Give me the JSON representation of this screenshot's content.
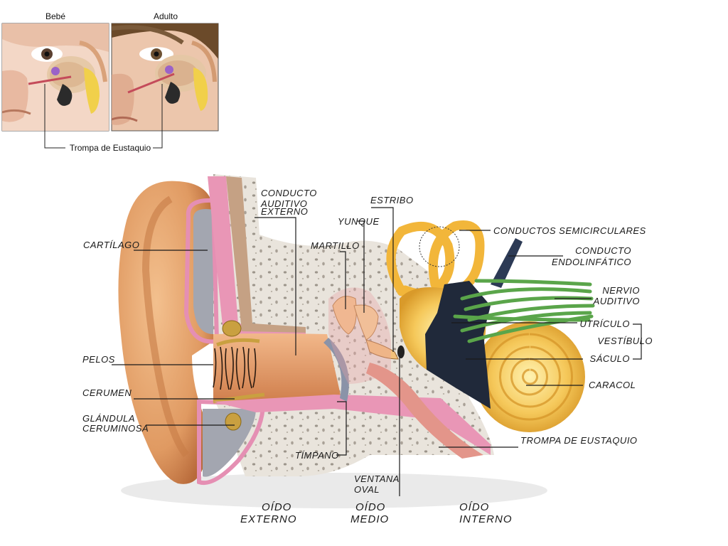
{
  "thumbnails": {
    "baby_label": "Bebé",
    "adult_label": "Adulto",
    "tube_label": "Trompa de Eustaquio"
  },
  "labels": {
    "conducto_auditivo": [
      "CONDUCTO",
      "AUDITIVO",
      "EXTERNO"
    ],
    "estribo": "ESTRIBO",
    "yunque": "YUNQUE",
    "martillo": "MARTILLO",
    "cartilago": "CARTÍLAGO",
    "conductos_semicirculares": "CONDUCTOS SEMICIRCULARES",
    "conducto_endolinfatico": [
      "CONDUCTO",
      "ENDOLINFÁTICO"
    ],
    "nervio_auditivo": [
      "NERVIO",
      "AUDITIVO"
    ],
    "utriculo": "UTRÍCULO",
    "vestibulo": "VESTÍBULO",
    "saculo": "SÁCULO",
    "caracol": "CARACOL",
    "pelos": "PELOS",
    "cerumen": "CERUMEN",
    "glandula": [
      "GLÁNDULA",
      "CERUMINOSA"
    ],
    "timpano": "TÍMPANO",
    "trompa_eustaquio": "TROMPA DE EUSTAQUIO",
    "ventana_oval": [
      "VENTANA",
      "OVAL"
    ]
  },
  "sections": {
    "externo": [
      "OÍDO",
      "EXTERNO"
    ],
    "medio": [
      "OÍDO",
      "MEDIO"
    ],
    "interno": [
      "OÍDO",
      "INTERNO"
    ]
  }
}
